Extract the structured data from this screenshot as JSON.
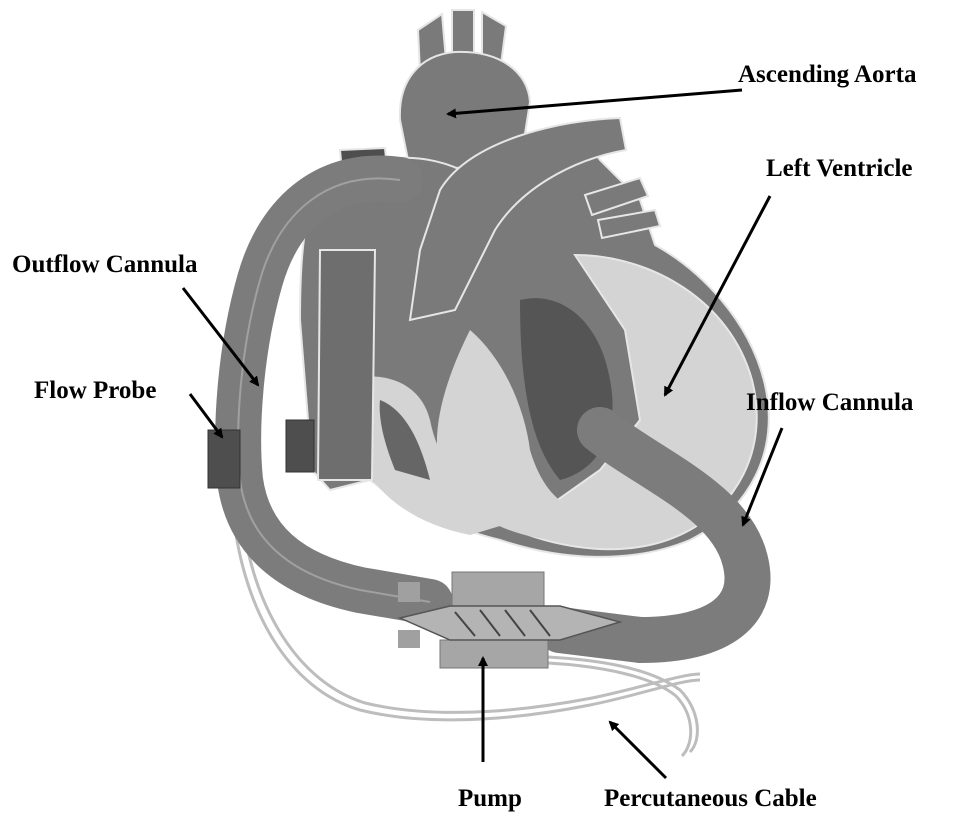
{
  "labels": {
    "ascending_aorta": "Ascending Aorta",
    "left_ventricle": "Left Ventricle",
    "outflow_cannula": "Outflow Cannula",
    "flow_probe": "Flow Probe",
    "inflow_cannula": "Inflow Cannula",
    "pump": "Pump",
    "percutaneous_cable": "Percutaneous Cable"
  },
  "colors": {
    "heart_tissue": "#7a7a7a",
    "heart_dark": "#555555",
    "ventricle_light": "#d4d4d4",
    "cannula": "#7c7c7c",
    "probe": "#4e4e4e",
    "pump_body": "#a0a0a0",
    "cable": "#bdbdbd",
    "outline": "#e6e6e6",
    "arrow": "#000000"
  }
}
